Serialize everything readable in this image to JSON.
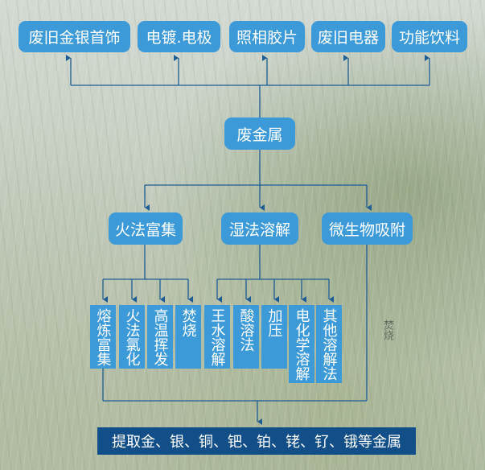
{
  "sources": [
    "废旧金银首饰",
    "电镀.电极",
    "照相胶片",
    "废旧电器",
    "功能饮料"
  ],
  "center": "废金属",
  "methods": [
    "火法富集",
    "湿法溶解",
    "微生物吸附"
  ],
  "fire_subs": [
    "熔炼富集",
    "火法氯化",
    "高温挥发",
    "焚烧"
  ],
  "wet_subs": [
    "王水溶解",
    "酸溶法",
    "加压",
    "电化学溶解",
    "其他溶解法"
  ],
  "note": "焚烧",
  "result": "提取金、银、铜、钯、铂、铑、钌、锇等金属",
  "colors": {
    "box": "#3d9ad9",
    "result": "#124e87",
    "line": "#1d5d93"
  }
}
